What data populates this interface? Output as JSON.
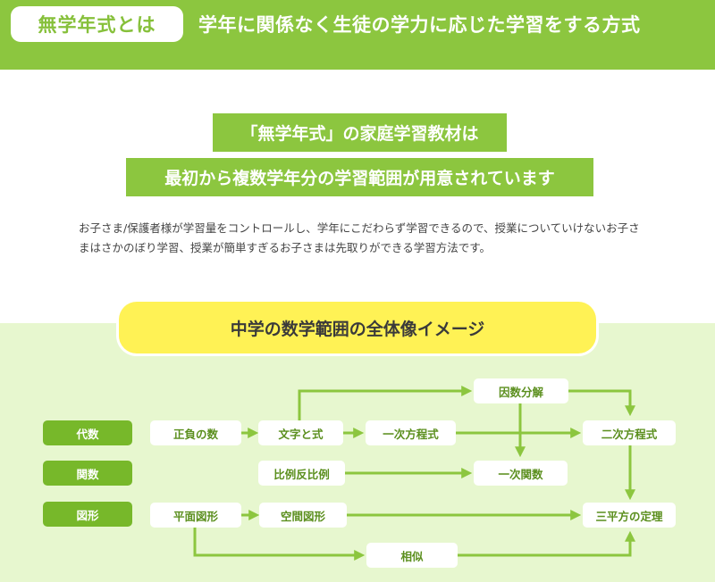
{
  "header": {
    "badge": "無学年式とは",
    "title": "学年に関係なく生徒の学力に応じた学習をする方式"
  },
  "headline": {
    "line1": "「無学年式」の家庭学習教材は",
    "line2": "最初から複数学年分の学習範囲が用意されています"
  },
  "description": "お子さま/保護者様が学習量をコントロールし、学年にこだわらず学習できるので、授業についていけないお子さまはさかのぼり学習、授業が簡単すぎるお子さまは先取りができる学習方法です。",
  "diagram": {
    "title": "中学の数学範囲の全体像イメージ",
    "categories": [
      "代数",
      "関数",
      "図形"
    ],
    "nodes": {
      "positive_negative": "正負の数",
      "letters_expressions": "文字と式",
      "linear_equation": "一次方程式",
      "factorization": "因数分解",
      "quadratic_equation": "二次方程式",
      "proportion": "比例反比例",
      "linear_function": "一次関数",
      "plane_figures": "平面図形",
      "solid_figures": "空間図形",
      "pythagorean": "三平方の定理",
      "similarity": "相似"
    }
  },
  "colors": {
    "green": "#8cc63f",
    "dark_green": "#77b82a",
    "arrow": "#8cc63f",
    "light_green_bg": "#e7f7cf",
    "yellow": "#fff255"
  }
}
